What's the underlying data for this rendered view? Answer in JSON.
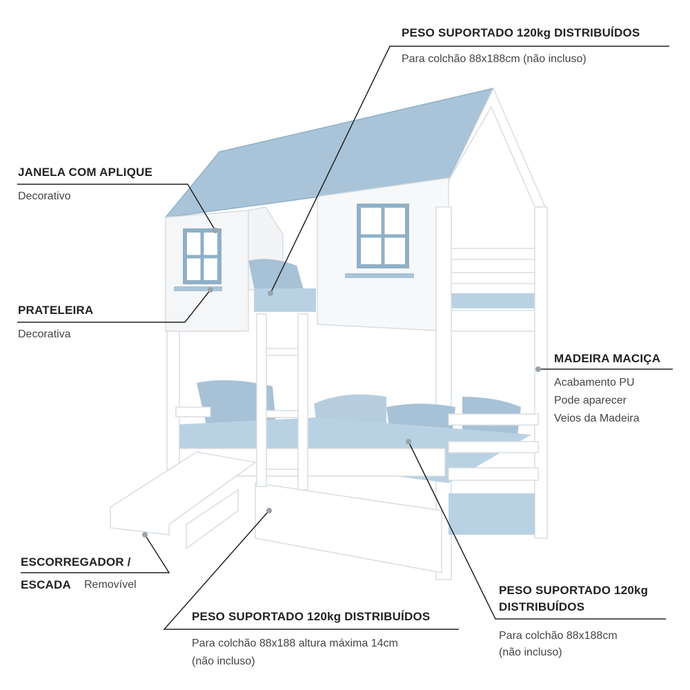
{
  "colors": {
    "wood": "#ffffff",
    "accent_blue": "#a9c4d8",
    "bedding": "#b9d2e3",
    "text": "#222222"
  },
  "labels": {
    "top": {
      "title": "PESO SUPORTADO 120kg DISTRIBUÍDOS",
      "sub": "Para colchão 88x188cm (não incluso)"
    },
    "janela": {
      "title": "JANELA COM APLIQUE",
      "sub": "Decorativo"
    },
    "prateleira": {
      "title": "PRATELEIRA",
      "sub": "Decorativa"
    },
    "madeira": {
      "title": "MADEIRA MACIÇA",
      "sub1": "Acabamento PU",
      "sub2": "Pode aparecer",
      "sub3": "Veios da Madeira"
    },
    "escorregador": {
      "title1": "ESCORREGADOR /",
      "title2": "ESCADA",
      "sub": "Removível"
    },
    "bottom_center": {
      "title": "PESO SUPORTADO 120kg DISTRIBUÍDOS",
      "sub1": "Para colchão 88x188 altura máxima 14cm",
      "sub2": "(não incluso)"
    },
    "bottom_right": {
      "title1": "PESO SUPORTADO 120kg",
      "title2": "DISTRIBUÍDOS",
      "sub1": "Para colchão 88x188cm",
      "sub2": "(não incluso)"
    }
  }
}
